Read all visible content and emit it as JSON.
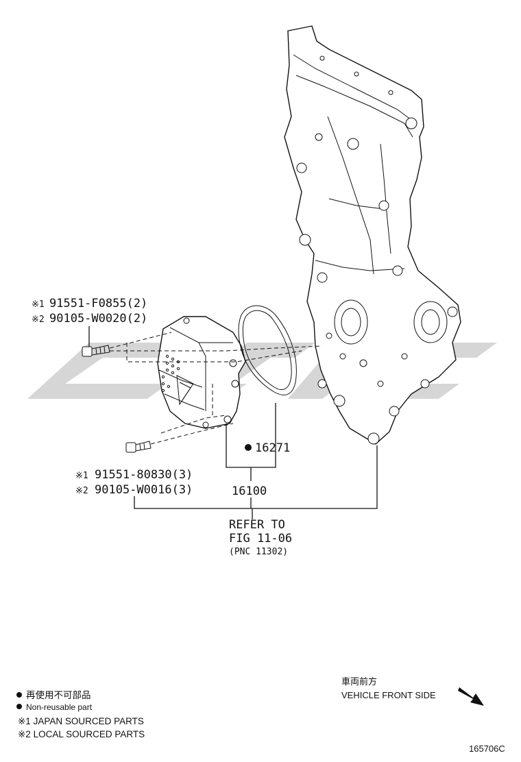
{
  "callouts": {
    "top_bolt_jp": "91551-F0855(2)",
    "top_bolt_local": "90105-W0020(2)",
    "bottom_bolt_jp": "91551-80830(3)",
    "bottom_bolt_local": "90105-W0016(3)",
    "gasket": "16271",
    "pump_assy": "16100",
    "refer_line1": "REFER TO",
    "refer_line2": "FIG 11-06",
    "refer_line3": "(PNC 11302)",
    "mark1": "※1",
    "mark2": "※2"
  },
  "legend": {
    "nonreusable_jp": "再使用不可部品",
    "nonreusable_en": "Non-reusable part",
    "japan_sourced": "※1 JAPAN SOURCED PARTS",
    "local_sourced": "※2 LOCAL SOURCED PARTS"
  },
  "direction": {
    "label_jp": "車両前方",
    "label_en": "VEHICLE FRONT SIDE"
  },
  "figure_id": "165706C",
  "colors": {
    "ink": "#111111",
    "watermark": "#d3d3d3"
  }
}
